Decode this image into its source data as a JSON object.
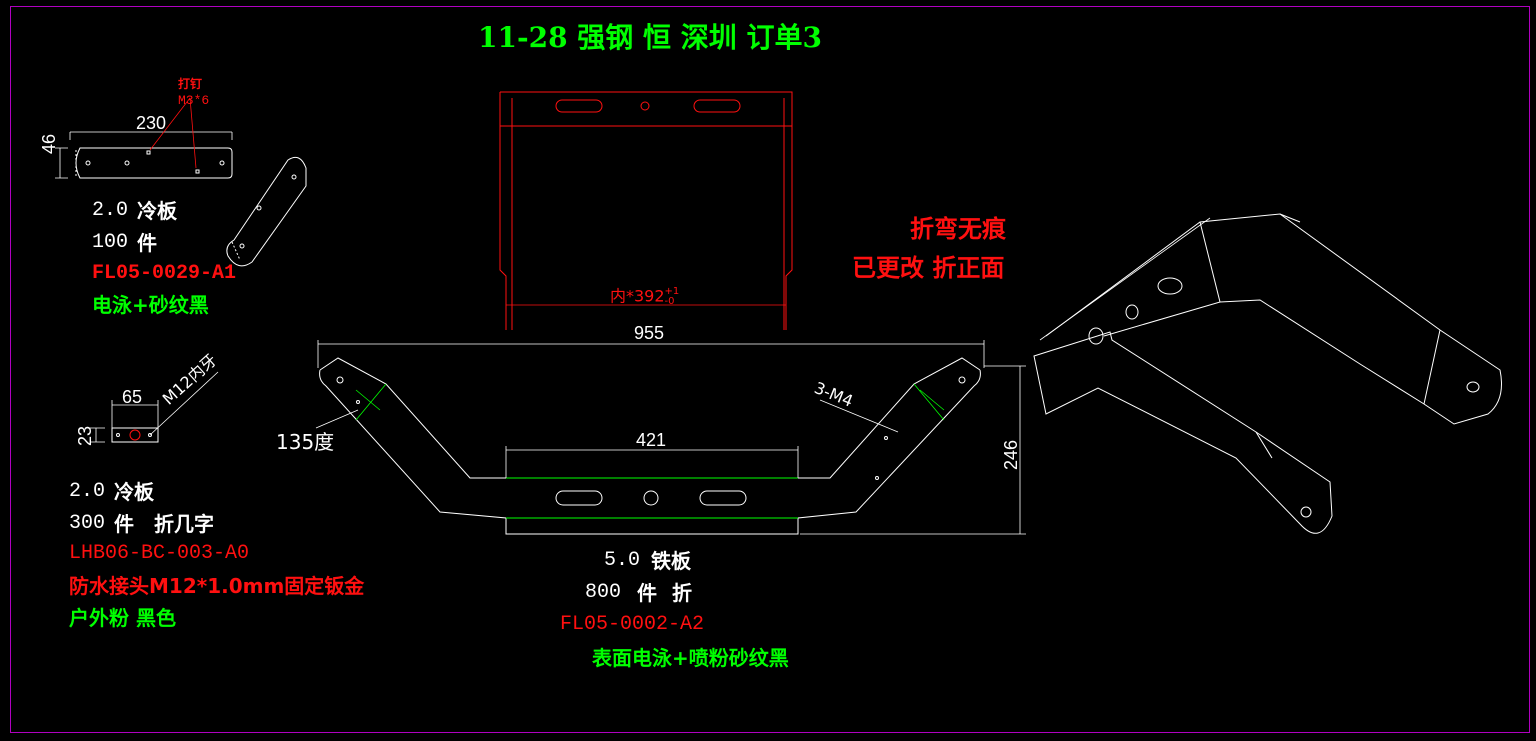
{
  "title": "11-28 强钢 恒 深圳 订单3",
  "colors": {
    "background": "#000000",
    "frame": "#b000c0",
    "line": "#ffffff",
    "red": "#ff1010",
    "green": "#00ff00"
  },
  "note": {
    "line1": "折弯无痕",
    "line2": "已更改 折正面"
  },
  "part1": {
    "thickness": "2.0",
    "material": "冷板",
    "qty": "100",
    "qty_unit": "件",
    "code": "FL05-0029-A1",
    "finish": "电泳+砂纹黑",
    "dim_length": "230",
    "dim_height": "46",
    "rivet_label": "打钉",
    "rivet_spec": "M3*6"
  },
  "part2": {
    "thickness": "2.0",
    "material": "冷板",
    "qty": "300",
    "qty_unit": "件",
    "process": "折几字",
    "code": "LHB06-BC-003-A0",
    "desc": "防水接头M12*1.0mm固定钣金",
    "finish": "户外粉 黑色",
    "dim_width": "65",
    "dim_height": "23",
    "thread": "M12内牙"
  },
  "part3": {
    "thickness": "5.0",
    "material": "铁板",
    "qty": "800",
    "qty_unit": "件",
    "process": "折",
    "code": "FL05-0002-A2",
    "finish": "表面电泳+喷粉砂纹黑",
    "dim_total": "955",
    "dim_center": "421",
    "dim_height": "246",
    "angle": "135度",
    "holes": "3-M4",
    "inner_prefix": "内*392",
    "inner_tol_upper": "+1",
    "inner_tol_lower": "-0"
  }
}
